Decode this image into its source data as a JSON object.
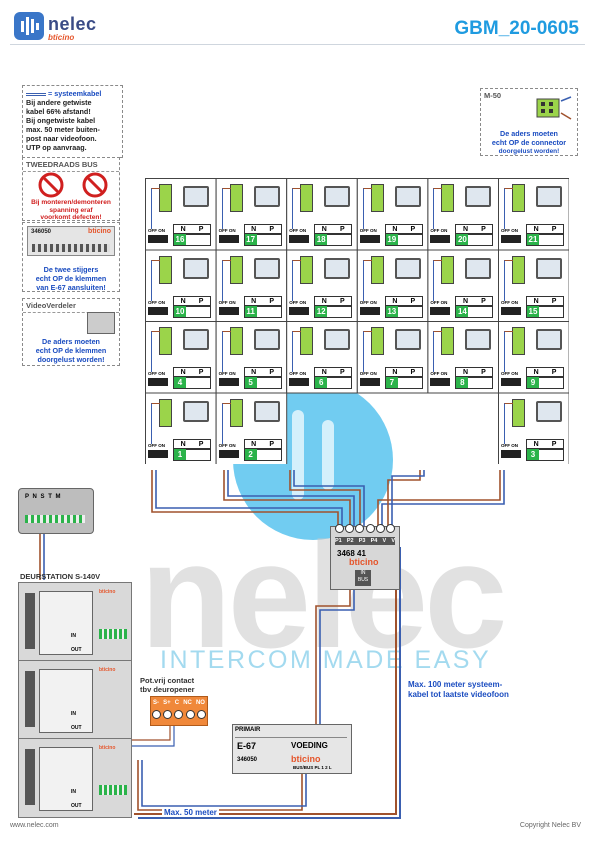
{
  "header": {
    "brand": "nelec",
    "brand_sub": "bticino",
    "doc_number": "GBM_20-0605"
  },
  "legend_note": {
    "cable_label": "= systeemkabel",
    "lines": [
      "Bij andere getwiste",
      "kabel 66% afstand!",
      "Bij ongetwiste kabel",
      "max. 50 meter buiten-",
      "post naar videofoon.",
      "UTP op aanvraag."
    ]
  },
  "bus_note": {
    "title": "TWEEDRAADS BUS",
    "lines": [
      "Bij monteren/demonteren",
      "spanning eraf",
      "voorkomt defecten!"
    ]
  },
  "e67_note": {
    "module_code": "346050",
    "module_brand": "bticino",
    "lines": [
      "De twee stijgers",
      "echt OP de klemmen",
      "van E-67 aansluiten!"
    ]
  },
  "distributor_note": {
    "title": "VideoVerdeler",
    "lines": [
      "De aders moeten",
      "echt OP de klemmen",
      "doorgelust worden!"
    ]
  },
  "m50_note": {
    "title": "M-50",
    "lines": [
      "De aders moeten",
      "echt OP de connector",
      "doorgelust worden!"
    ]
  },
  "videophones": {
    "switch_label": "OFF ON",
    "n_label": "N",
    "p_label": "P",
    "numbers": [
      "16",
      "17",
      "18",
      "19",
      "20",
      "21",
      "10",
      "11",
      "12",
      "13",
      "14",
      "15",
      "4",
      "5",
      "6",
      "7",
      "8",
      "9",
      "1",
      "2",
      "",
      "",
      "",
      "3"
    ]
  },
  "distributor": {
    "ports": [
      "P1",
      "P2",
      "P3",
      "P4",
      "V",
      "V"
    ],
    "model": "3468 41",
    "brand": "bticino",
    "bottom_labels": [
      "IN",
      "BUS"
    ]
  },
  "door_station": {
    "title": "DEURSTATION S-140V",
    "terminals": "P N S T M",
    "module_labels": [
      "IN",
      "OUT",
      "IN",
      "OUT",
      "IN",
      "OUT"
    ]
  },
  "contact": {
    "title_line1": "Pot.vrij contact",
    "title_line2": "tbv deuropener",
    "terminals": [
      "S-",
      "S+",
      "C",
      "NC",
      "NO"
    ]
  },
  "power_supply": {
    "label_primary": "PRIMAIR",
    "model": "E-67",
    "function": "VOEDING",
    "code": "346050",
    "brand": "bticino",
    "terminals": "BUS/BUS PL 1 2 L"
  },
  "cable_notes": {
    "long_run": [
      "Max. 100 meter systeem-",
      "kabel tot laatste videofoon"
    ],
    "short_run": "Max. 50 meter"
  },
  "watermark": {
    "word": "nelec",
    "tagline": "INTERCOM MADE EASY"
  },
  "footer": {
    "left": "www.nelec.com",
    "right": "Copyright Nelec BV"
  },
  "colors": {
    "accent": "#1f9be0",
    "note_text": "#1a4cc0",
    "cable_brown": "#a0522d",
    "cable_blue": "#3a5fb0",
    "relay_orange": "#f0883a",
    "ribbon_green": "#2bb34a"
  }
}
